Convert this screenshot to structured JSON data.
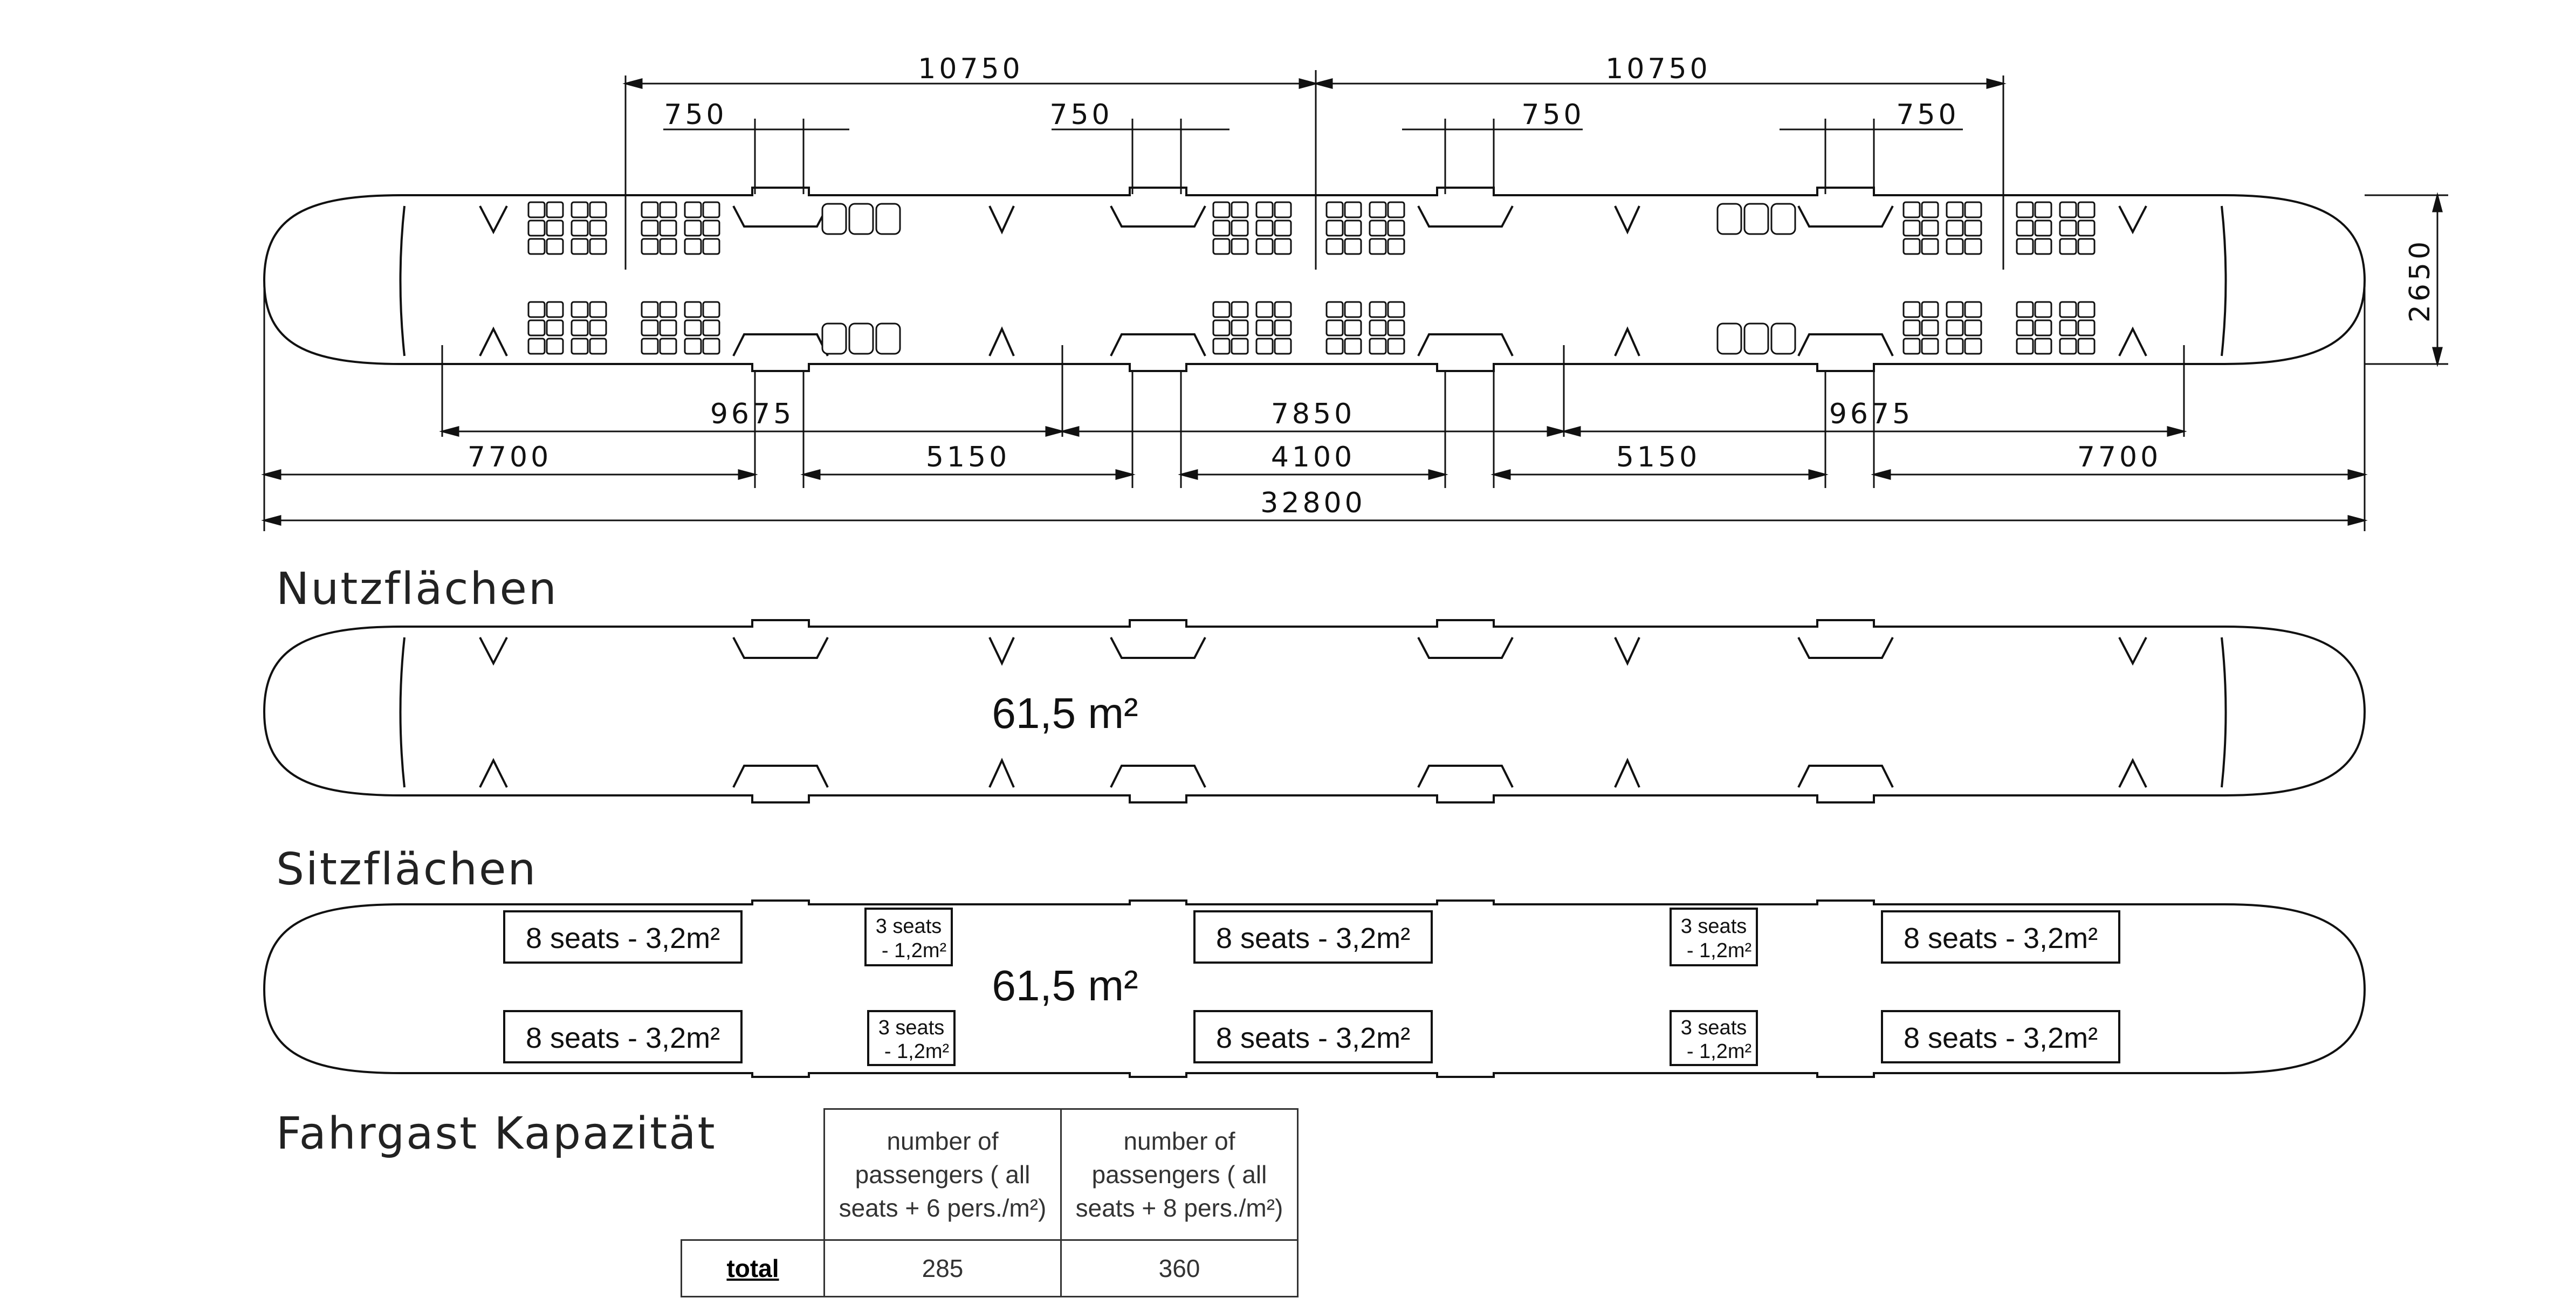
{
  "dimensions": {
    "top_spans": [
      "10750",
      "10750"
    ],
    "door_widths": [
      "750",
      "750",
      "750",
      "750"
    ],
    "height": "2650",
    "row1": [
      "9675",
      "7850",
      "9675"
    ],
    "row2": [
      "7700",
      "5150",
      "4100",
      "5150",
      "7700"
    ],
    "total": "32800"
  },
  "sections": {
    "nutzflaechen": {
      "title": "Nutzflächen",
      "area": "61,5 m²"
    },
    "sitzflaechen": {
      "title": "Sitzflächen",
      "area": "61,5 m²",
      "big_block": "8 seats - 3,2m²",
      "small_block_line1": "3 seats",
      "small_block_line2": "- 1,2m²"
    },
    "kapazitaet": {
      "title": "Fahrgast Kapazität"
    }
  },
  "table": {
    "headers": [
      [
        "number of",
        "passengers ( all",
        "seats + 6 pers./m²)"
      ],
      [
        "number of",
        "passengers ( all",
        "seats + 8 pers./m²)"
      ]
    ],
    "row_label": "total",
    "values": [
      "285",
      "360"
    ]
  }
}
